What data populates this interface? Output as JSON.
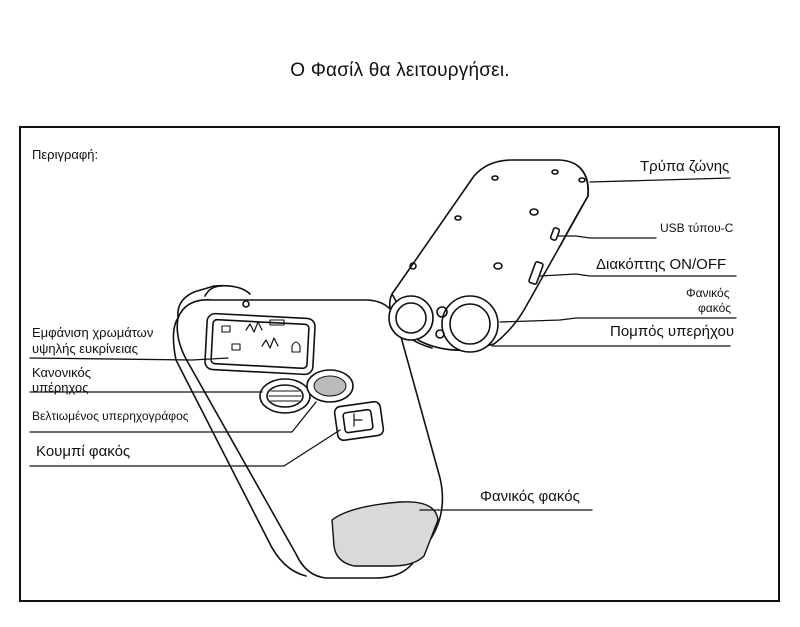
{
  "title": "Ο Φασίλ θα λειτουργήσει.",
  "description_label": "Περιγραφή:",
  "labels": {
    "belt_hole": "Τρύπα ζώνης",
    "usb_type_c": "USB τύπου-C",
    "on_off_switch": "Διακόπτης ON/OFF",
    "flashlight_line1": "Φανικός",
    "flashlight_line2": "φακός",
    "ultrasonic_emitter": "Πομπός υπερήχου",
    "hd_color_display_line1": "Εμφάνιση χρωμάτων",
    "hd_color_display_line2": "υψηλής ευκρίνειας",
    "normal_speaker_line1": "Κανονικός",
    "normal_speaker_line2": "υπέρηχος",
    "enhanced_sonar": "Βελτιωμένος υπερηχογράφος",
    "flashlight_button": "Κουμπί φακός",
    "flashlight_lens": "Φανικός φακός"
  },
  "colors": {
    "line": "#111111",
    "shade": "#d9d9d9",
    "background": "#ffffff"
  }
}
